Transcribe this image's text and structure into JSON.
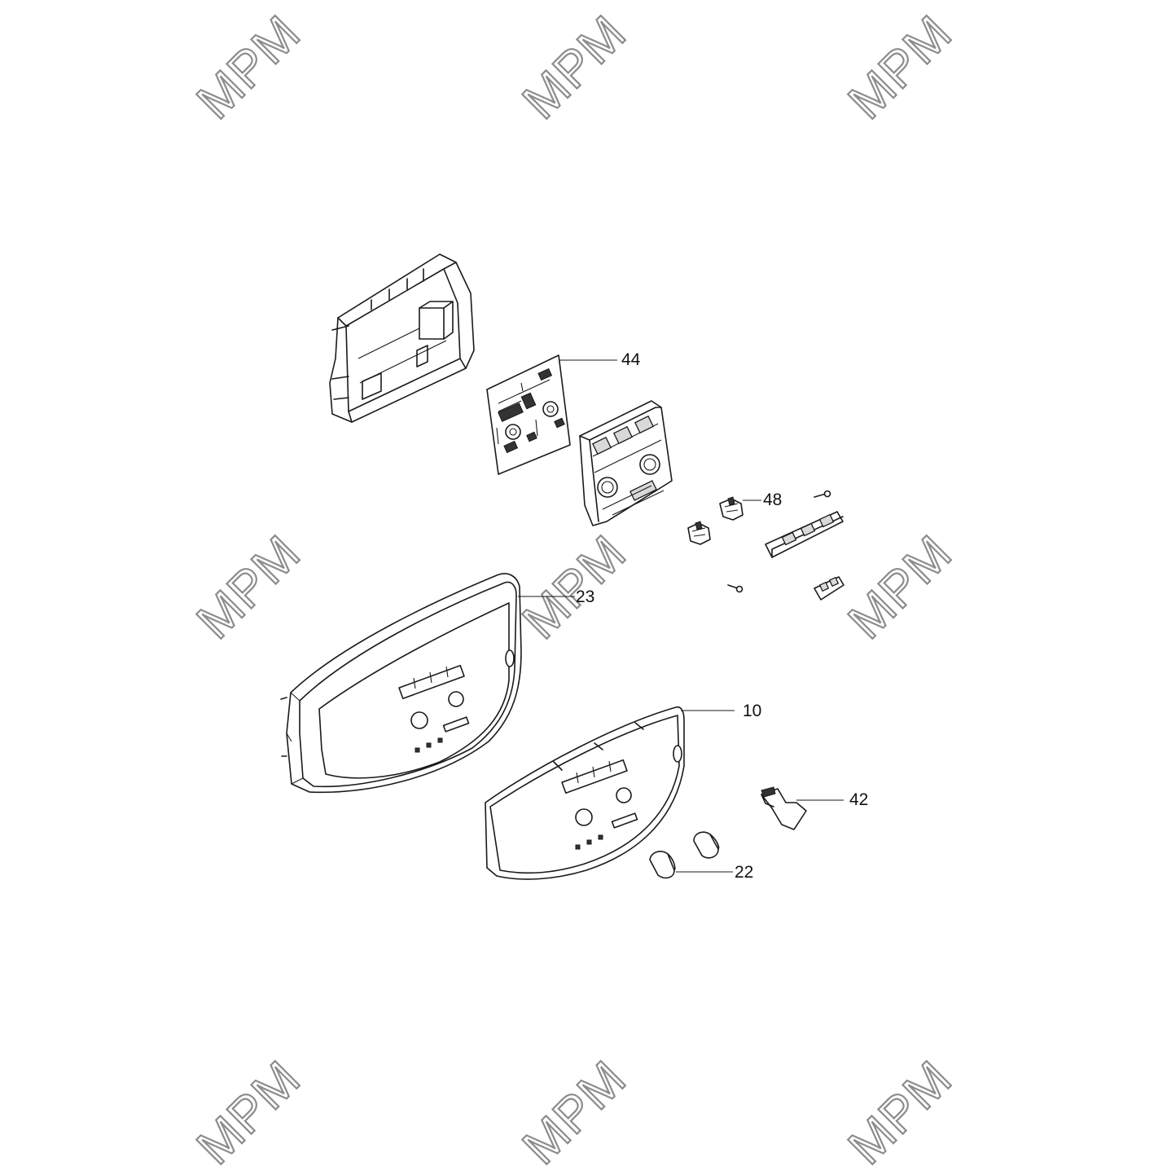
{
  "watermark": {
    "text": "MPM"
  },
  "callouts": {
    "c44": "44",
    "c48": "48",
    "c23": "23",
    "c10": "10",
    "c42": "42",
    "c22": "22"
  }
}
